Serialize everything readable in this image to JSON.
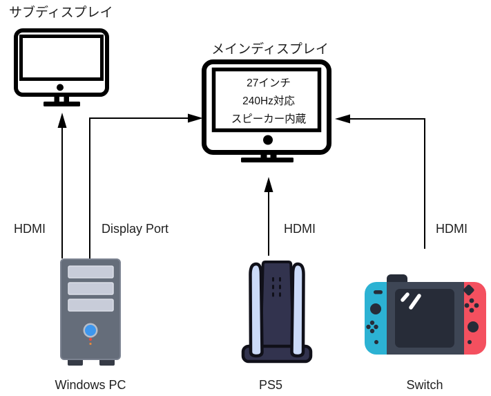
{
  "diagram": {
    "nodes": {
      "sub_display": {
        "label": "サブディスプレイ",
        "icon": "monitor-icon"
      },
      "main_display": {
        "label": "メインディスプレイ",
        "icon": "monitor-icon",
        "specs": [
          "27インチ",
          "240Hz対応",
          "スピーカー内蔵"
        ]
      },
      "windows_pc": {
        "label": "Windows PC",
        "icon": "pc-tower-icon"
      },
      "ps5": {
        "label": "PS5",
        "icon": "ps5-console-icon"
      },
      "switch": {
        "label": "Switch",
        "icon": "nintendo-switch-icon"
      }
    },
    "connections": [
      {
        "from": "windows_pc",
        "to": "sub_display",
        "label": "HDMI"
      },
      {
        "from": "windows_pc",
        "to": "main_display",
        "label": "Display Port"
      },
      {
        "from": "ps5",
        "to": "main_display",
        "label": "HDMI"
      },
      {
        "from": "switch",
        "to": "main_display",
        "label": "HDMI"
      }
    ],
    "colors": {
      "line": "#000000",
      "monitor_stroke": "#000000",
      "pc_body": "#656d7a",
      "pc_slot": "#c8ccd9",
      "pc_power_blue": "#3e97ef",
      "pc_power_ring": "#b6bdc9",
      "pc_led_red": "#e14b44",
      "pc_led_orange": "#e68a3e",
      "ps5_panel": "#cbdaf8",
      "ps5_core": "#32334e",
      "ps5_outline": "#101019",
      "joycon_blue": "#2cb2d3",
      "joycon_red": "#f4505f",
      "switch_body": "#3e4655",
      "switch_screen": "#272c38"
    }
  }
}
